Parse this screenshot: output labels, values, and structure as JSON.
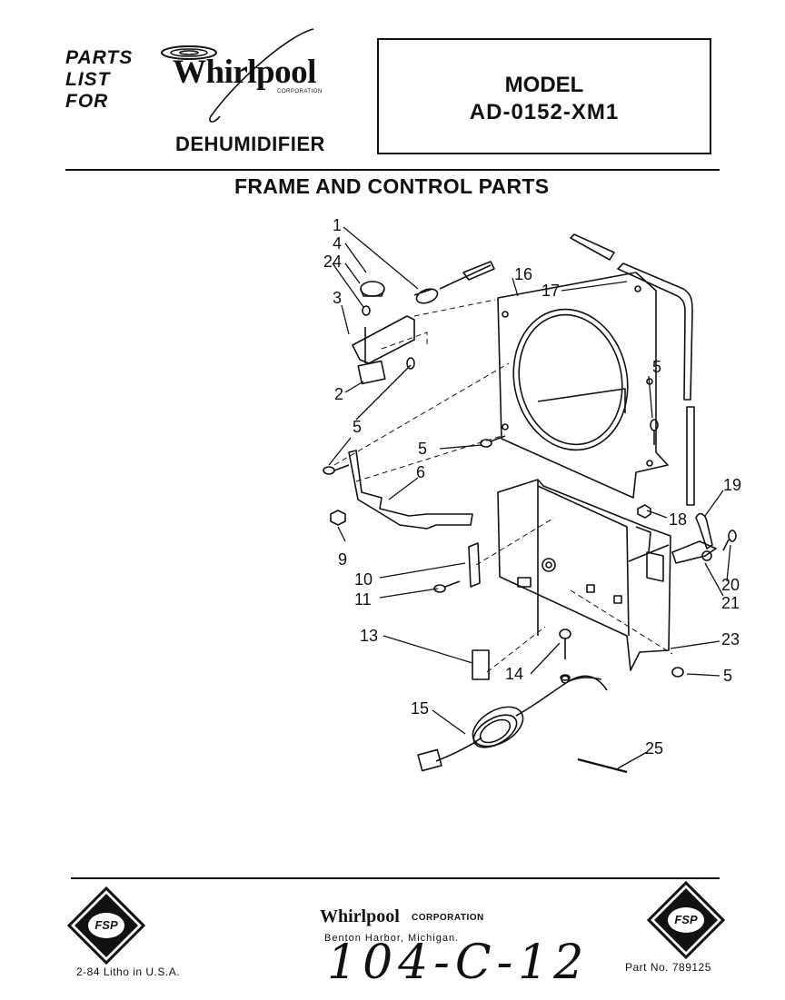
{
  "header": {
    "parts_line1": "PARTS",
    "parts_line2": "LIST",
    "parts_line3": "FOR",
    "brand": "Whirlpool",
    "brand_sub": "CORPORATION",
    "product": "DEHUMIDIFIER",
    "model_label": "MODEL",
    "model_number": "AD-0152-XM1"
  },
  "section_title": "FRAME AND CONTROL PARTS",
  "callouts": [
    "1",
    "2",
    "3",
    "4",
    "5",
    "6",
    "9",
    "10",
    "11",
    "13",
    "14",
    "15",
    "16",
    "17",
    "18",
    "19",
    "20",
    "21",
    "23",
    "24",
    "25"
  ],
  "footer": {
    "brand": "Whirlpool",
    "corp": "CORPORATION",
    "city": "Benton Harbor, Michigan.",
    "date": "2-84  Litho in U.S.A.",
    "part_no": "Part No. 789125",
    "handwritten": "104-C-12",
    "badge_text": "FSP"
  }
}
